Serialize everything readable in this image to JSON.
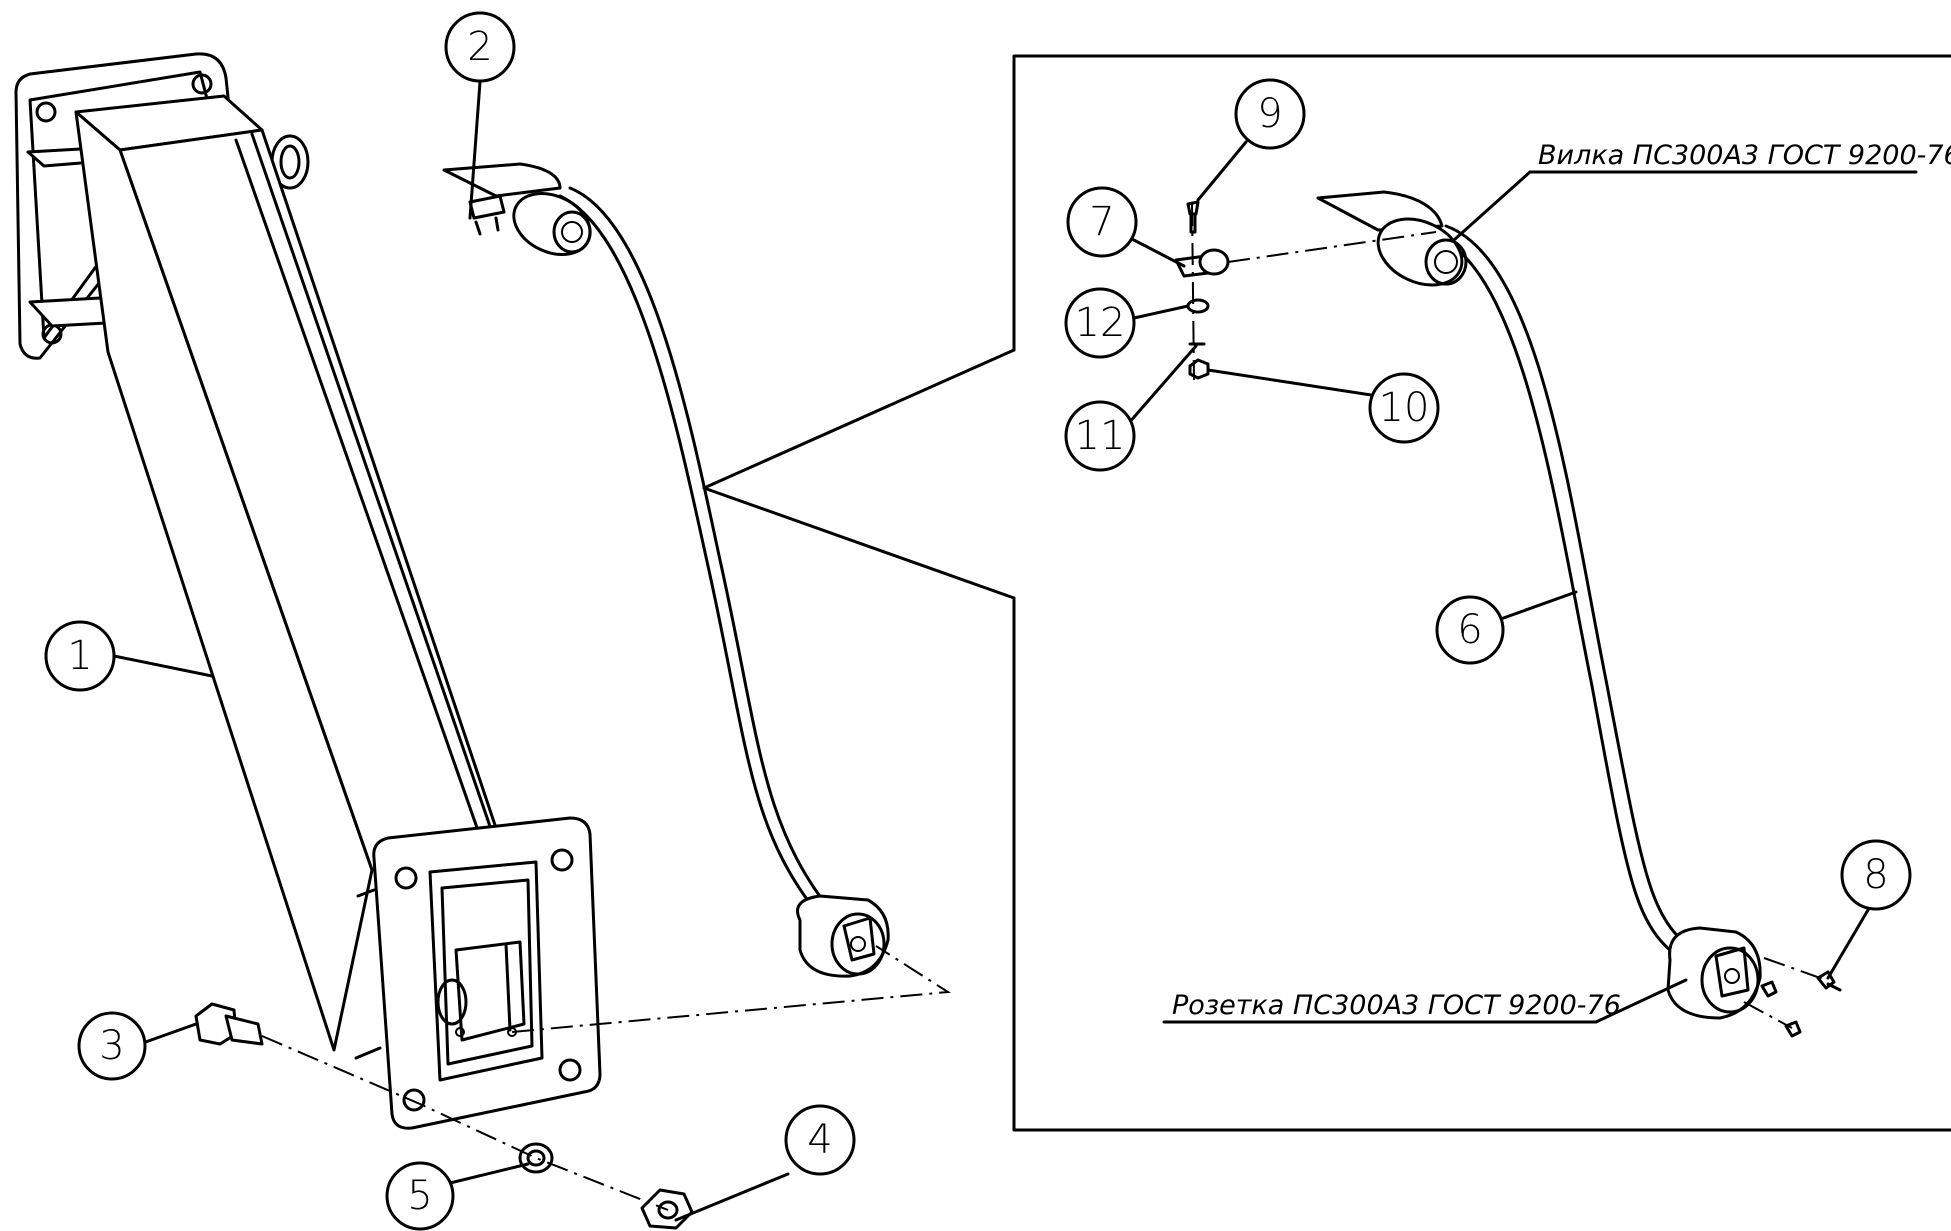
{
  "balloons": {
    "b1": "1",
    "b2": "2",
    "b3": "3",
    "b4": "4",
    "b5": "5",
    "b6": "6",
    "b7": "7",
    "b8": "8",
    "b9": "9",
    "b10": "10",
    "b11": "11",
    "b12": "12"
  },
  "notes": {
    "plug": "Вилка ПС300А3 ГОСТ 9200-76",
    "socket": "Розетка ПС300А3 ГОСТ 9200-76"
  }
}
